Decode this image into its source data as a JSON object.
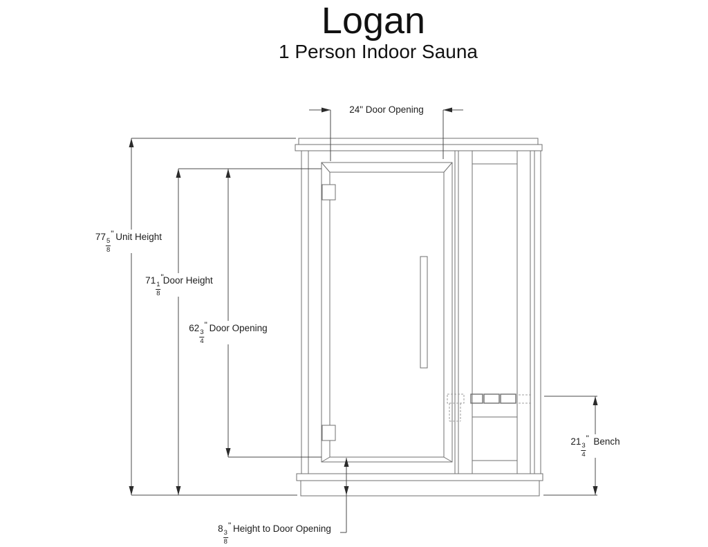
{
  "title": "Logan",
  "subtitle": "1 Person Indoor Sauna",
  "colors": {
    "background": "#ffffff",
    "drawing_line": "#6f6f6f",
    "dimension_line": "#4a4a4a",
    "text": "#1c1c1c"
  },
  "dims": {
    "door_width": {
      "text": "24\" Door Opening"
    },
    "unit_height": {
      "whole": "77",
      "num": "5",
      "den": "8",
      "mark": "\"",
      "label": " Unit Height"
    },
    "door_height": {
      "whole": "71",
      "num": "1",
      "den": "8",
      "mark": "\"",
      "label": "Door Height"
    },
    "door_opening": {
      "whole": "62",
      "num": "3",
      "den": "4",
      "mark": "\"",
      "label": " Door Opening"
    },
    "bench": {
      "whole": "21",
      "num": "3",
      "den": "4",
      "mark": "\"",
      "label": "  Bench"
    },
    "height_to_door_opening": {
      "whole": "8",
      "num": "3",
      "den": "8",
      "mark": "\"",
      "label": " Height to Door Opening"
    }
  }
}
